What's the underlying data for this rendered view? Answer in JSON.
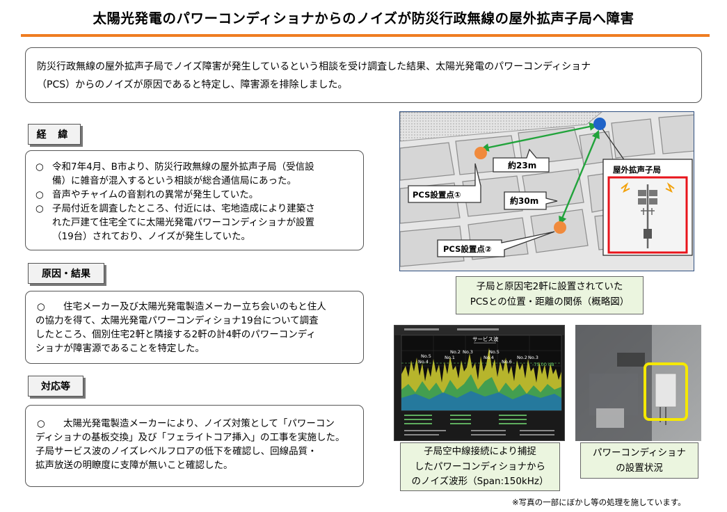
{
  "title": "太陽光発電のパワーコンディショナからのノイズが防災行政無線の屋外拡声子局へ障害",
  "summary": {
    "line1": "防災行政無線の屋外拡声子局でノイズ障害が発生しているという相談を受け調査した結果、太陽光発電のパワーコンディショナ",
    "line2": "（PCS）からのノイズが原因であると特定し、障害源を排除しました。"
  },
  "background": {
    "label": "経 緯",
    "bullet": "○",
    "items": [
      [
        "令和7年4月、B市より、防災行政無線の屋外拡声子局（受信設",
        "備）に雑音が混入するという相談が総合通信局にあった。"
      ],
      [
        "音声やチャイムの音割れの異常が発生していた。"
      ],
      [
        "子局付近を調査したところ、付近には、宅地造成により建築さ",
        "れた戸建て住宅全てに太陽光発電パワーコンディショナが設置",
        "（19台）されており、ノイズが発生していた。"
      ]
    ]
  },
  "cause": {
    "label": "原因・結果",
    "bullet": "○",
    "lines": [
      "住宅メーカー及び太陽光発電製造メーカー立ち会いのもと住人",
      "の協力を得て、太陽光発電パワーコンディショナ19台について調査",
      "したところ、個別住宅2軒と隣接する2軒の計4軒のパワーコンディ",
      "ショナが障害源であることを特定した。"
    ]
  },
  "response": {
    "label": "対応等",
    "bullet": "○",
    "lines": [
      "太陽光発電製造メーカーにより、ノイズ対策として「パワーコン",
      "ディショナの基板交換」及び「フェライトコア挿入」の工事を実施した。",
      "子局サービス波のノイズレベルフロアの低下を確認し、回線品質・",
      "拡声放送の明瞭度に支障が無いこと確認した。"
    ]
  },
  "map": {
    "distance_1": "約23m",
    "distance_2": "約30m",
    "pcs_point_1": "PCS設置点①",
    "pcs_point_2": "PCS設置点②",
    "station_label": "屋外拡声子局",
    "colors": {
      "station": "#1f63c8",
      "pcs": "#f08a3c",
      "line": "#21a33b",
      "frame": "#e8141b"
    }
  },
  "map_caption": [
    "子局と原因宅2軒に設置されていた",
    "PCSとの位置・距離の関係（概略図）"
  ],
  "spectrum": {
    "service_wave_label": "サービス波",
    "peaks": [
      "No.5",
      "No.4",
      "No.2",
      "No.3",
      "No.1",
      "No.5",
      "No.4",
      "No.6",
      "No.2",
      "No.3"
    ],
    "level": "-75.00 dB"
  },
  "spectrum_caption": [
    "子局空中線接続により捕捉",
    "したパワーコンディショナから",
    "のノイズ波形（Span:150kHz）"
  ],
  "photo_caption": [
    "パワーコンディショナ",
    "の設置状況"
  ],
  "footnote": "※写真の一部にぼかし等の処理を施しています。"
}
